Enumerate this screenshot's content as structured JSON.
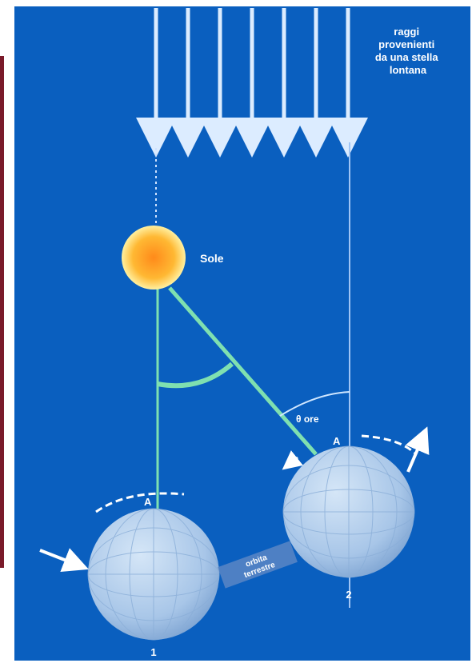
{
  "figure": {
    "rays_caption": [
      "raggi",
      "provenienti",
      "da una stella",
      "lontana"
    ],
    "sun_label": "Sole",
    "angle_label": "θ ore",
    "orbit_label": [
      "orbita",
      "terrestre"
    ],
    "earth_positions": [
      "1",
      "2"
    ],
    "point_labels": [
      "A",
      "A"
    ],
    "colors": {
      "background": "#0a5fbf",
      "rays": "#dcecff",
      "sight_lines": "#7fe0b0",
      "sun_core": "#ff9a1a",
      "sun_glow": "#ffe27a",
      "earth": "#a9c8ea"
    }
  }
}
